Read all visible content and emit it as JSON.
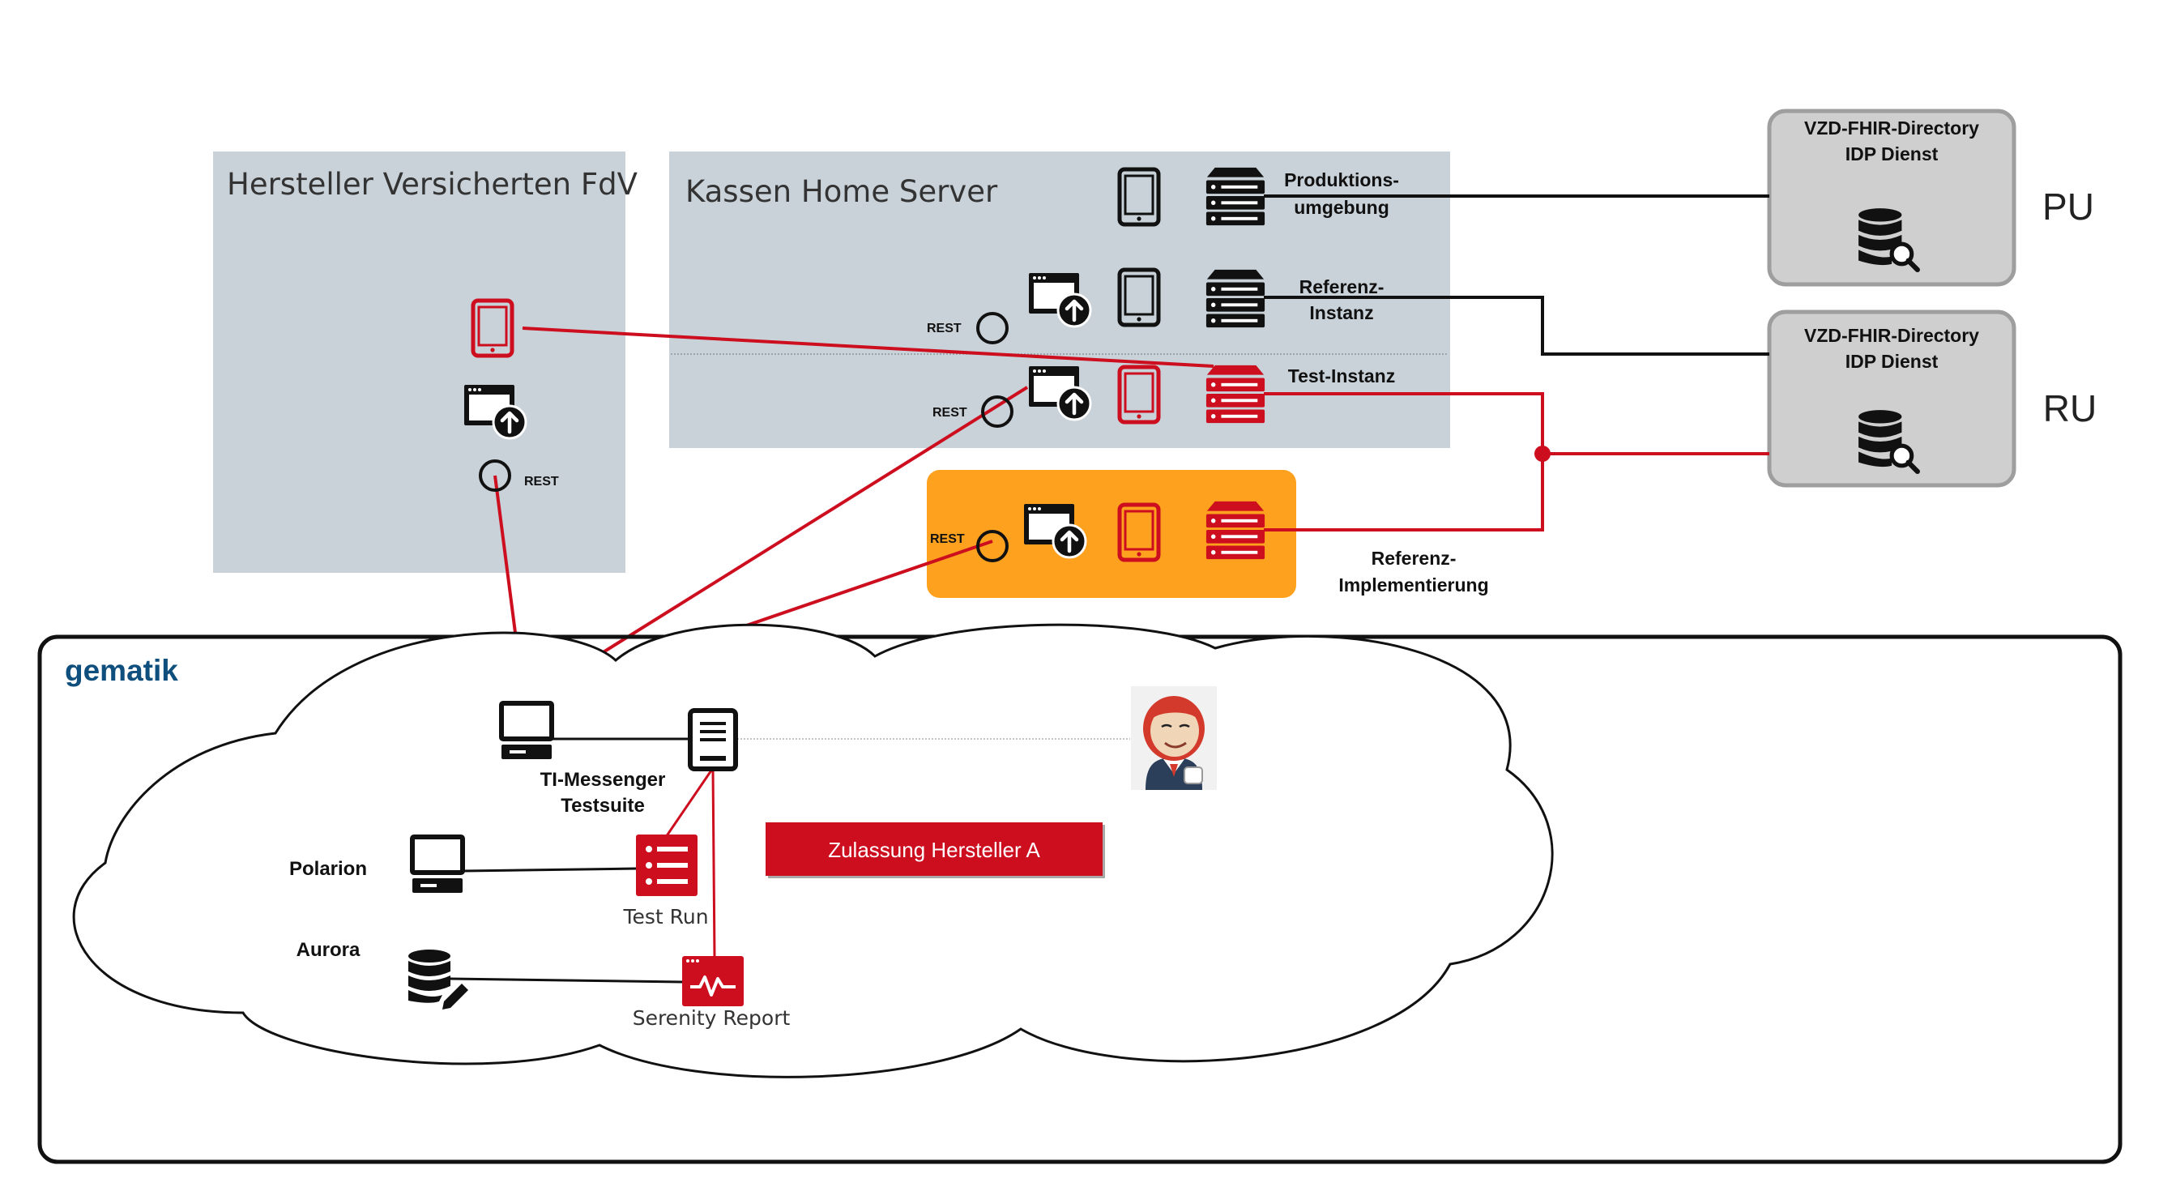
{
  "colors": {
    "panel_grey": "#c9d2d9",
    "accent_red": "#cc0e1f",
    "orange": "#fda11f",
    "gematik_blue": "#0f4f7e",
    "idp_box": "#cfcfcf"
  },
  "panels": {
    "hersteller": "Hersteller Versicherten FdV",
    "kassen": "Kassen Home Server"
  },
  "labels": {
    "rest": "REST",
    "produktion_1": "Produktions-",
    "produktion_2": "umgebung",
    "referenz_1": "Referenz-",
    "referenz_2": "Instanz",
    "test_instanz": "Test-Instanz",
    "refimpl_1": "Referenz-",
    "refimpl_2": "Implementierung"
  },
  "directories": {
    "pu": {
      "line1": "VZD-FHIR-Directory",
      "line2": "IDP Dienst",
      "env": "PU"
    },
    "ru": {
      "line1": "VZD-FHIR-Directory",
      "line2": "IDP Dienst",
      "env": "RU"
    }
  },
  "gematik": {
    "title": "gematik",
    "testsuite_1": "TI-Messenger",
    "testsuite_2": "Testsuite",
    "polarion": "Polarion",
    "aurora": "Aurora",
    "test_run": "Test Run",
    "serenity": "Serenity Report",
    "zulassung": "Zulassung Hersteller A"
  },
  "icons": [
    "smartphone-icon",
    "server-icon",
    "app-upload-icon",
    "database-search-icon",
    "monitor-icon",
    "document-reader-icon",
    "checklist-icon",
    "database-edit-icon",
    "monitoring-window-icon",
    "jenkins-mascot-icon"
  ]
}
